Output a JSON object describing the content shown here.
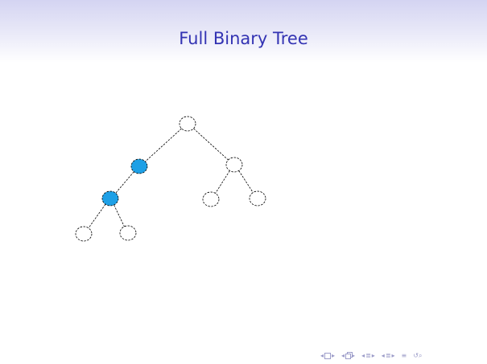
{
  "slide": {
    "title": "Full Binary Tree"
  },
  "colors": {
    "title_text": "#3333b3",
    "highlight_node": "#1ea0e6",
    "node_stroke": "#000000",
    "nav_icons": "#9c9cc9"
  },
  "diagram": {
    "nodes": [
      {
        "id": "root",
        "highlighted": false
      },
      {
        "id": "left",
        "highlighted": true
      },
      {
        "id": "right",
        "highlighted": false
      },
      {
        "id": "left-left",
        "highlighted": true
      },
      {
        "id": "right-left",
        "highlighted": false
      },
      {
        "id": "right-right",
        "highlighted": false
      },
      {
        "id": "left-left-left",
        "highlighted": false
      },
      {
        "id": "left-left-right",
        "highlighted": false
      }
    ],
    "edges": [
      {
        "from": "root",
        "to": "left"
      },
      {
        "from": "root",
        "to": "right"
      },
      {
        "from": "left",
        "to": "left-left"
      },
      {
        "from": "right",
        "to": "right-left"
      },
      {
        "from": "right",
        "to": "right-right"
      },
      {
        "from": "left-left",
        "to": "left-left-left"
      },
      {
        "from": "left-left",
        "to": "left-left-right"
      }
    ]
  },
  "navigation": {
    "icons": [
      "nav-prev-slide-icon",
      "nav-frame-icon",
      "nav-next-slide-icon",
      "nav-prev-subsection-icon",
      "nav-subsection-icon",
      "nav-next-subsection-icon",
      "nav-prev-section-icon",
      "nav-section-icon",
      "nav-next-section-icon",
      "nav-prev-group-icon",
      "nav-group-icon",
      "nav-next-group-icon",
      "nav-appendix-icon",
      "nav-search-icon"
    ]
  }
}
